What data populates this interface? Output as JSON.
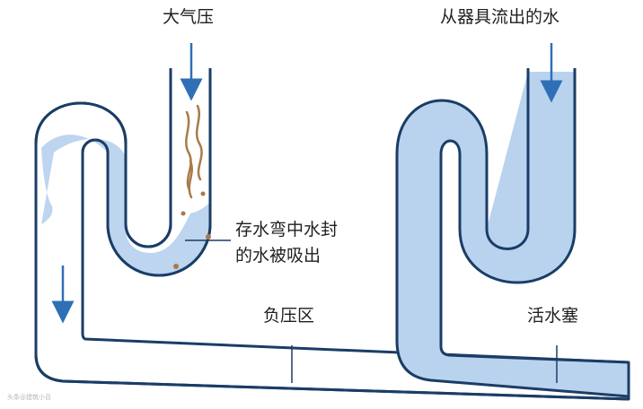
{
  "labels": {
    "atmospheric_pressure": "大气压",
    "water_from_fixture": "从器具流出的水",
    "trap_seal_line1": "存水弯中水封",
    "trap_seal_line2": "的水被吸出",
    "negative_pressure_zone": "负压区",
    "water_plug": "活水塞"
  },
  "watermark": "头条@建筑小百",
  "colors": {
    "pipe_wall": "#1a3d66",
    "water": "#b9d3ee",
    "arrow": "#2f6fb6",
    "debris": "#a97a4a"
  }
}
